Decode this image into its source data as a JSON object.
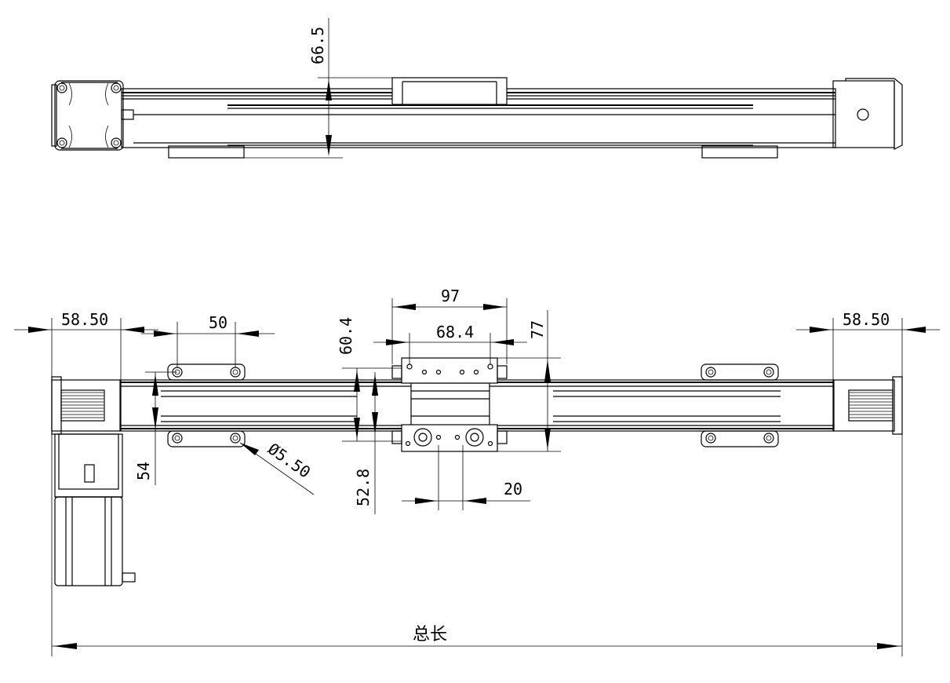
{
  "dimensions": {
    "top_height": "66.5",
    "left_end_width": "58.50",
    "right_end_width": "58.50",
    "foot_hole_spacing": "50",
    "carriage_length": "97",
    "carriage_hole_spacing": "68.4",
    "carriage_width": "77",
    "rail_width_inner": "60.4",
    "foot_width": "54",
    "rail_width_outer": "52.8",
    "hole_diameter": "Ø5.50",
    "pulley_spacing": "20",
    "total_length": "总长"
  }
}
